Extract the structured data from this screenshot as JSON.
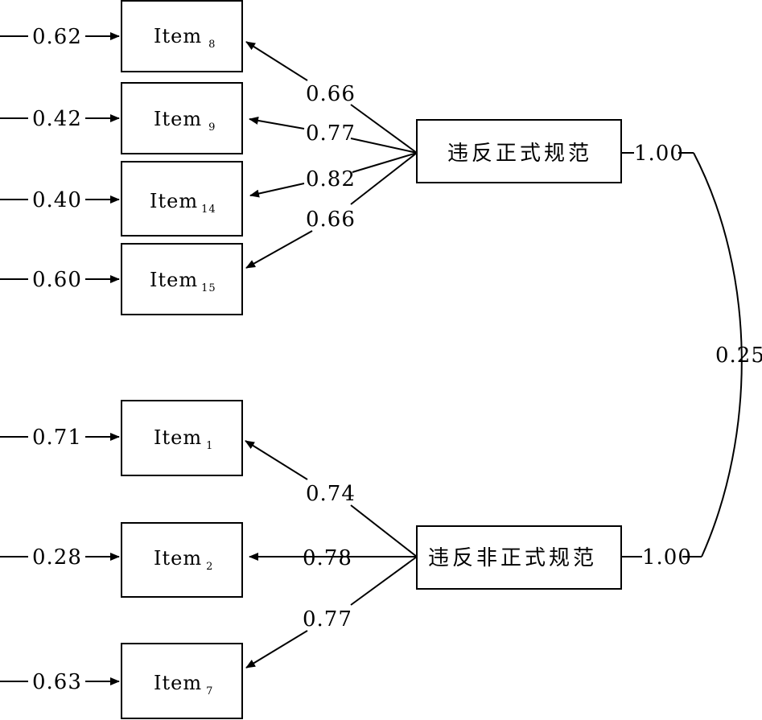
{
  "factors": [
    {
      "label": "违反正式规范",
      "variance": "1.00"
    },
    {
      "label": "违反非正式规范",
      "variance": "1.00"
    }
  ],
  "correlation": "0.25",
  "items": [
    {
      "name": "Item",
      "sub": "8",
      "error": "0.62",
      "loading": "0.66"
    },
    {
      "name": "Item",
      "sub": "9",
      "error": "0.42",
      "loading": "0.77"
    },
    {
      "name": "Item",
      "sub": "14",
      "error": "0.40",
      "loading": "0.82"
    },
    {
      "name": "Item",
      "sub": "15",
      "error": "0.60",
      "loading": "0.66"
    },
    {
      "name": "Item",
      "sub": "1",
      "error": "0.71",
      "loading": "0.74"
    },
    {
      "name": "Item",
      "sub": "2",
      "error": "0.28",
      "loading": "0.78"
    },
    {
      "name": "Item",
      "sub": "7",
      "error": "0.63",
      "loading": "0.77"
    }
  ]
}
